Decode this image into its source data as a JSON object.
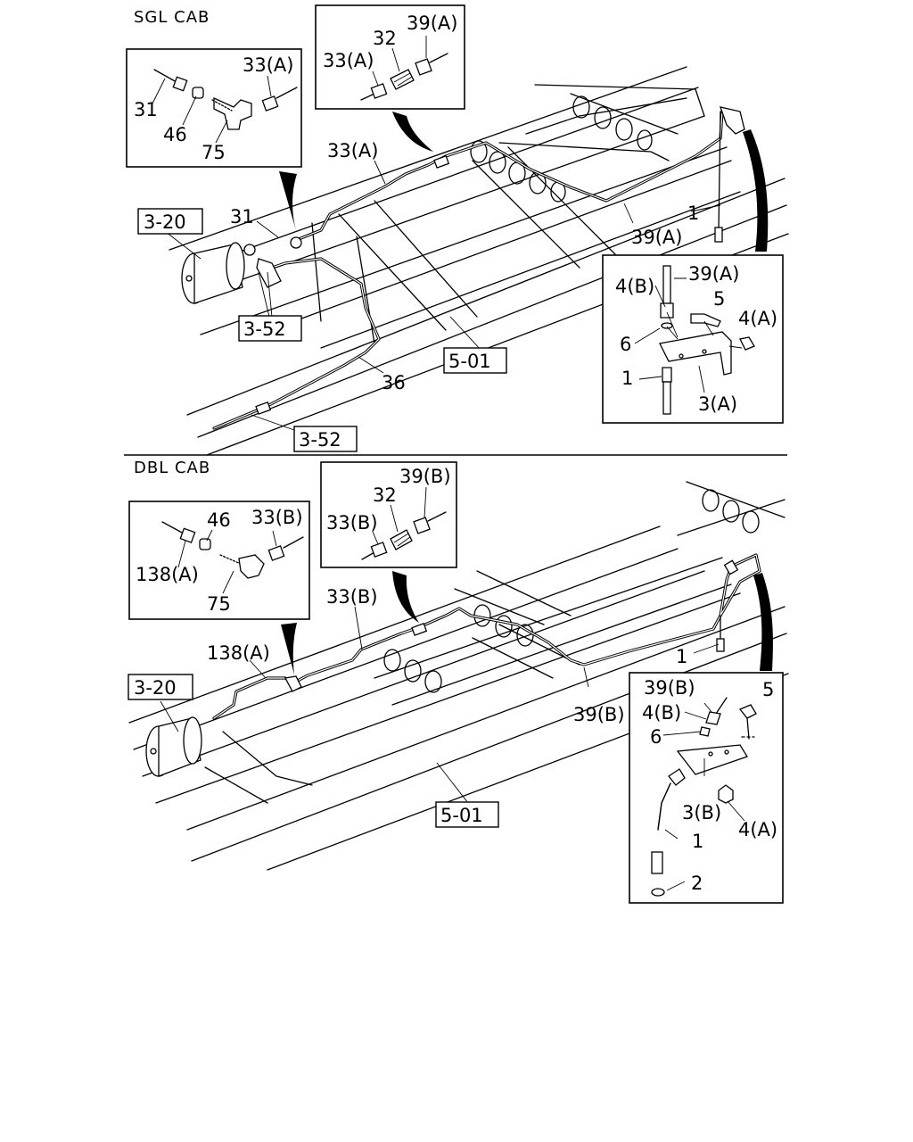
{
  "sections": {
    "top": {
      "header": "SGL CAB",
      "inset_left": {
        "l31": "31",
        "l46": "46",
        "l75": "75",
        "l33a": "33(A)"
      },
      "inset_top": {
        "l32": "32",
        "l39a": "39(A)",
        "l33a": "33(A)"
      },
      "inset_right": {
        "l39a": "39(A)",
        "l4b": "4(B)",
        "l5": "5",
        "l4a": "4(A)",
        "l6": "6",
        "l1": "1",
        "l3a": "3(A)"
      },
      "callouts": {
        "c33a": "33(A)",
        "c31": "31",
        "c1": "1",
        "c39a": "39(A)",
        "c36": "36"
      },
      "refs": {
        "r320": "3-20",
        "r352a": "3-52",
        "r501": "5-01",
        "r352b": "3-52"
      }
    },
    "bottom": {
      "header": "DBL CAB",
      "inset_left": {
        "l46": "46",
        "l33b": "33(B)",
        "l138a": "138(A)",
        "l75": "75"
      },
      "inset_top": {
        "l39b": "39(B)",
        "l32": "32",
        "l33b": "33(B)"
      },
      "inset_right": {
        "l39b": "39(B)",
        "l5": "5",
        "l4b": "4(B)",
        "l6": "6",
        "l3b": "3(B)",
        "l4a": "4(A)",
        "l1": "1",
        "l2": "2"
      },
      "callouts": {
        "c33b": "33(B)",
        "c138a": "138(A)",
        "c1": "1",
        "c39b": "39(B)"
      },
      "refs": {
        "r320": "3-20",
        "r501": "5-01"
      }
    }
  }
}
